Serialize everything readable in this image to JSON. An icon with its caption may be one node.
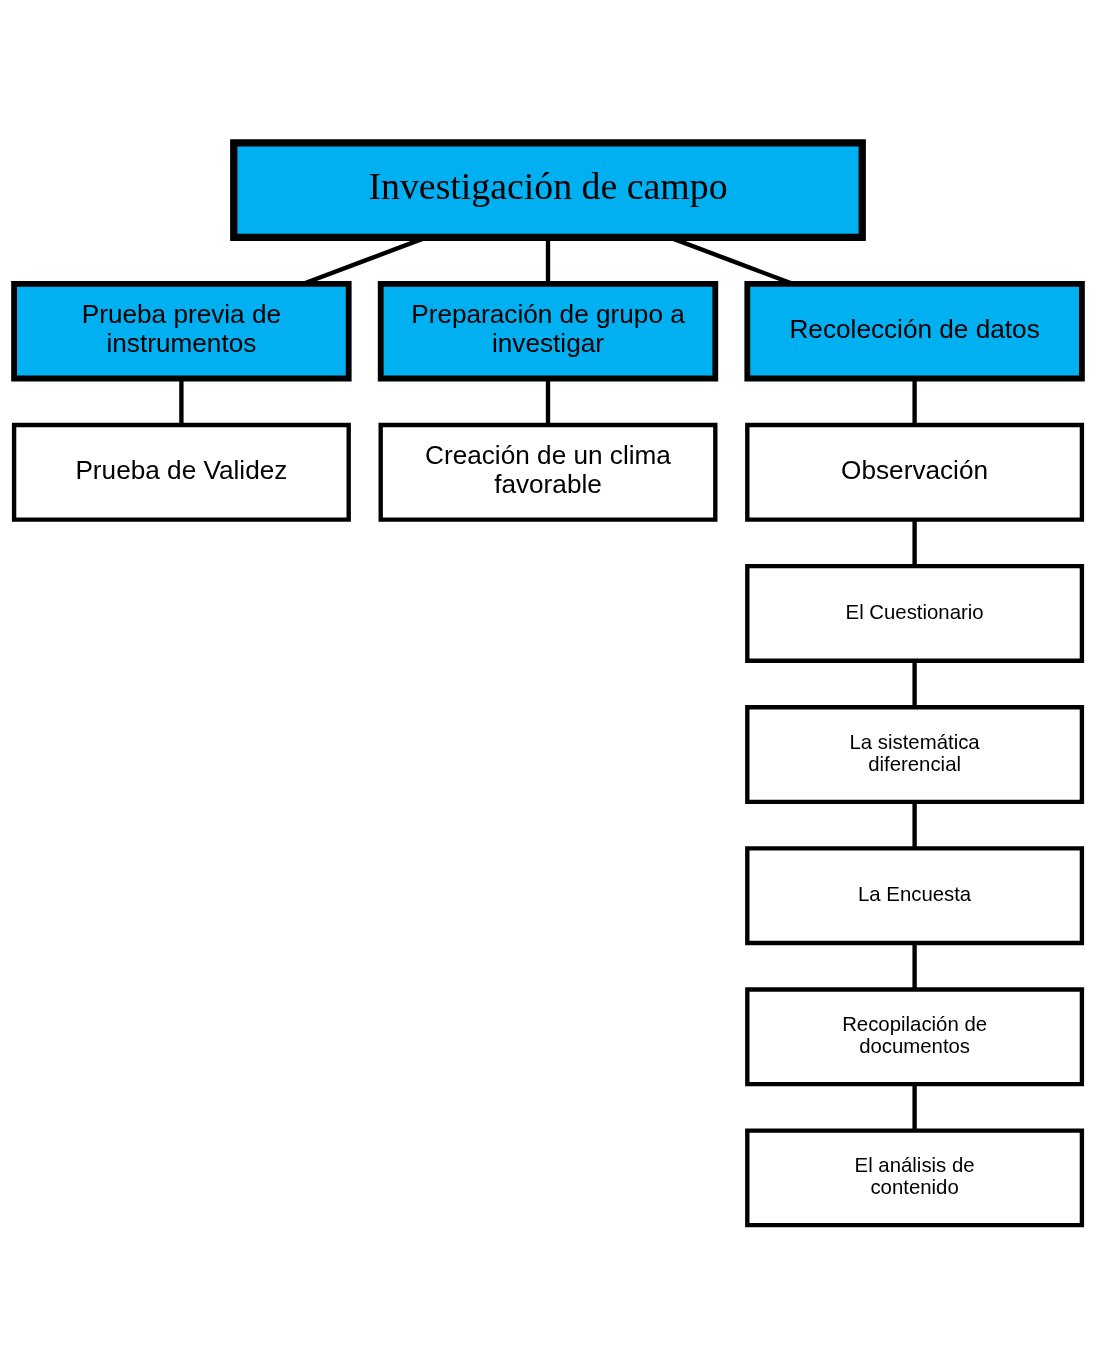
{
  "diagram": {
    "nodes": [
      {
        "text": [
          "Investigación de campo"
        ]
      },
      {
        "text": [
          "Prueba previa de instrumentos"
        ]
      },
      {
        "text": [
          "Preparación de grupo a investigar"
        ]
      },
      {
        "text": [
          "Recolección de datos"
        ]
      },
      {
        "text": [
          "Prueba de Validez"
        ]
      },
      {
        "text": [
          "Creación de un clima favorable"
        ]
      },
      {
        "text": [
          "Observación"
        ]
      },
      {
        "text": [
          "El Cuestionario"
        ]
      },
      {
        "text": [
          "La sistemática diferencial"
        ]
      },
      {
        "text": [
          "La Encuesta"
        ]
      },
      {
        "text": [
          "Recopilación de documentos"
        ]
      },
      {
        "text": [
          "El análisis de contenido"
        ]
      }
    ],
    "edges": [
      {
        "from": 0,
        "to": 1,
        "arrow": "none"
      },
      {
        "from": 0,
        "to": 2,
        "arrow": "none"
      },
      {
        "from": 0,
        "to": 3,
        "arrow": "none"
      },
      {
        "from": 1,
        "to": 4,
        "arrow": "none"
      },
      {
        "from": 2,
        "to": 5,
        "arrow": "none"
      },
      {
        "from": 3,
        "to": 6,
        "arrow": "none"
      },
      {
        "from": 6,
        "to": 7,
        "arrow": "none"
      },
      {
        "from": 7,
        "to": 8,
        "arrow": "none"
      },
      {
        "from": 8,
        "to": 9,
        "arrow": "none"
      },
      {
        "from": 9,
        "to": 10,
        "arrow": "none"
      },
      {
        "from": 10,
        "to": 11,
        "arrow": "none"
      }
    ]
  }
}
